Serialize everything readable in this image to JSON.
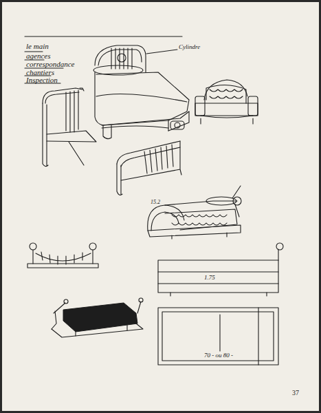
{
  "diagram": {
    "labels": [
      "le main",
      "agences",
      "correspondance",
      "chantiers",
      "Inspection",
      "Cylindre",
      "15.2",
      "1.75",
      "70 - ou 80 -",
      "37"
    ]
  }
}
